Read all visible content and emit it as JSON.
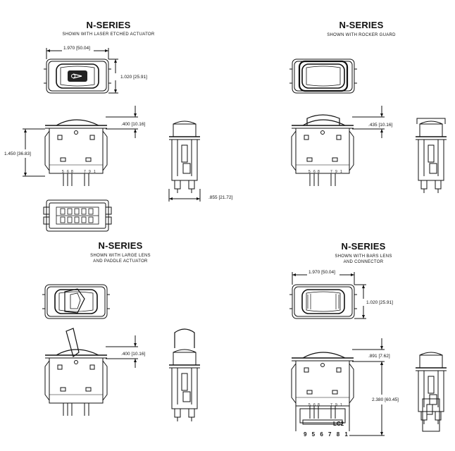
{
  "panels": [
    {
      "title": "N-SERIES",
      "subtitle_lines": [
        "SHOWN WITH LASER ETCHED ACTUATOR"
      ],
      "dims": {
        "width": "1.970 [50.04]",
        "height": "1.020 [25.91]",
        "rocker": ".400 [10.16]",
        "body": "1.450 [36.83]",
        "depth": ".855 [21.72]"
      }
    },
    {
      "title": "N-SERIES",
      "subtitle_lines": [
        "SHOWN WITH ROCKER GUARD"
      ],
      "dims": {
        "rocker": ".435 [10.16]"
      }
    },
    {
      "title": "N-SERIES",
      "subtitle_lines": [
        "SHOWN WITH LARGE LENS",
        "AND PADDLE ACTUATOR"
      ],
      "dims": {
        "rocker": ".400 [10.16]"
      }
    },
    {
      "title": "N-SERIES",
      "subtitle_lines": [
        "SHOWN WITH BARS LENS",
        "AND CONNECTOR"
      ],
      "dims": {
        "width": "1.970 [50.04]",
        "height": "1.020 [25.91]",
        "rocker": ".891 [7.62]",
        "body": "2.380 [60.45]"
      },
      "connector_label": "LC2",
      "connector_pins": "9 5 6 7 8 1"
    }
  ]
}
